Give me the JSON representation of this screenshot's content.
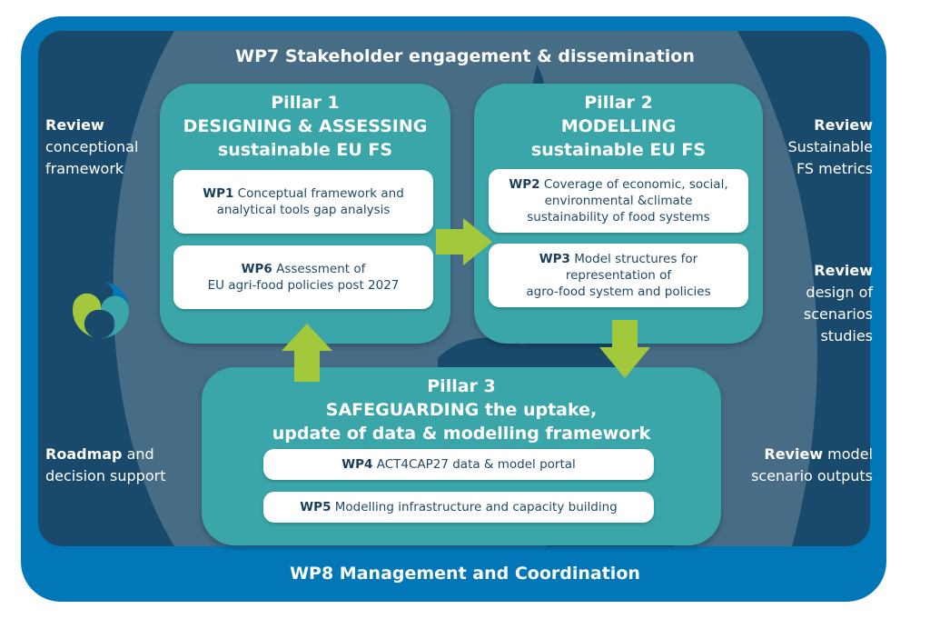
{
  "diagram": {
    "top_banner": "WP7 Stakeholder engagement & dissemination",
    "bottom_banner": "WP8 Management and Coordination",
    "colors": {
      "outer_frame": "#0277b8",
      "inner_bg_dark": "#1a4a6b",
      "inner_bg_light": "#466c86",
      "pillar": "#3aa6a9",
      "arrow": "#a3c83b",
      "wp_box": "#ffffff",
      "wp_text": "#1f4a66"
    },
    "side_notes": {
      "left_top": {
        "bold": "Review",
        "line1": "conceptional",
        "line2": "framework"
      },
      "left_bottom": {
        "bold": "Roadmap",
        "rest": " and",
        "line2": "decision support"
      },
      "right_top": {
        "bold": "Review",
        "line1": "Sustainable",
        "line2": "FS metrics"
      },
      "right_middle": {
        "bold": "Review",
        "line1": "design of",
        "line2": "scenarios",
        "line3": "studies"
      },
      "right_bottom": {
        "bold": "Review",
        "rest": " model",
        "line2": "scenario outputs"
      }
    },
    "pillars": [
      {
        "label": "Pillar 1",
        "title": "DESIGNING  &  ASSESSING",
        "subtitle": "sustainable EU FS",
        "wps": [
          {
            "id": "WP1",
            "line1": " Conceptual framework and",
            "line2": "analytical tools gap analysis"
          },
          {
            "id": "WP6",
            "line1": " Assessment of",
            "line2": "EU agri-food policies post 2027"
          }
        ]
      },
      {
        "label": "Pillar 2",
        "title": "MODELLING",
        "subtitle": "sustainable EU FS",
        "wps": [
          {
            "id": "WP2",
            "line1": " Coverage of economic, social,",
            "line2": "environmental &climate",
            "line3": "sustainability of food systems"
          },
          {
            "id": "WP3",
            "line1": " Model structures for",
            "line2": "representation of",
            "line3": "agro-food system and policies"
          }
        ]
      },
      {
        "label": "Pillar 3",
        "title": "SAFEGUARDING the uptake,",
        "subtitle": "update of data & modelling framework",
        "wps": [
          {
            "id": "WP4",
            "line1": " ACT4CAP27 data & model portal"
          },
          {
            "id": "WP5",
            "line1": " Modelling infrastructure and capacity building"
          }
        ]
      }
    ],
    "arrows": [
      {
        "from": "Pillar 1",
        "to": "Pillar 2",
        "direction": "right",
        "icon": "arrow-right-icon"
      },
      {
        "from": "Pillar 2",
        "to": "Pillar 3",
        "direction": "down",
        "icon": "arrow-down-icon"
      },
      {
        "from": "Pillar 3",
        "to": "Pillar 1",
        "direction": "up",
        "icon": "arrow-up-icon"
      }
    ],
    "logo": "project-logo-icon"
  }
}
